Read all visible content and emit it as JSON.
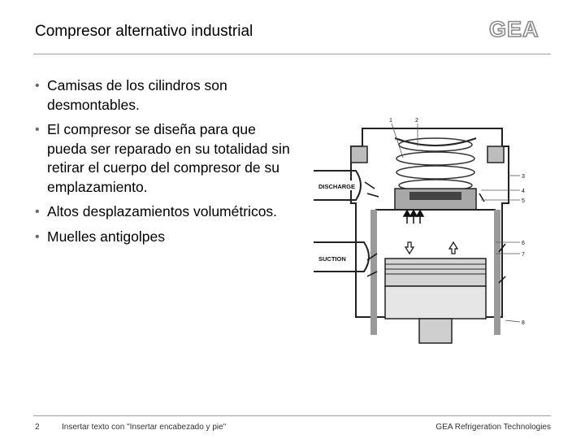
{
  "slide": {
    "title": "Compresor alternativo industrial",
    "logo_text": "GEA",
    "bullets": [
      "Camisas de los cilindros son desmontables.",
      "El compresor se diseña para que pueda ser reparado en su totalidad sin retirar el cuerpo del compresor de su emplazamiento.",
      "Altos desplazamientos volumétricos.",
      "Muelles antigolpes"
    ]
  },
  "figure": {
    "discharge_label": "DISCHARGE",
    "suction_label": "SUCTION",
    "callouts": [
      "1",
      "2",
      "3",
      "4",
      "5",
      "6",
      "7",
      "8"
    ]
  },
  "footer": {
    "page_number": "2",
    "center_text": "Insertar texto con \"Insertar encabezado y pie\"",
    "company": "GEA Refrigeration Technologies"
  }
}
